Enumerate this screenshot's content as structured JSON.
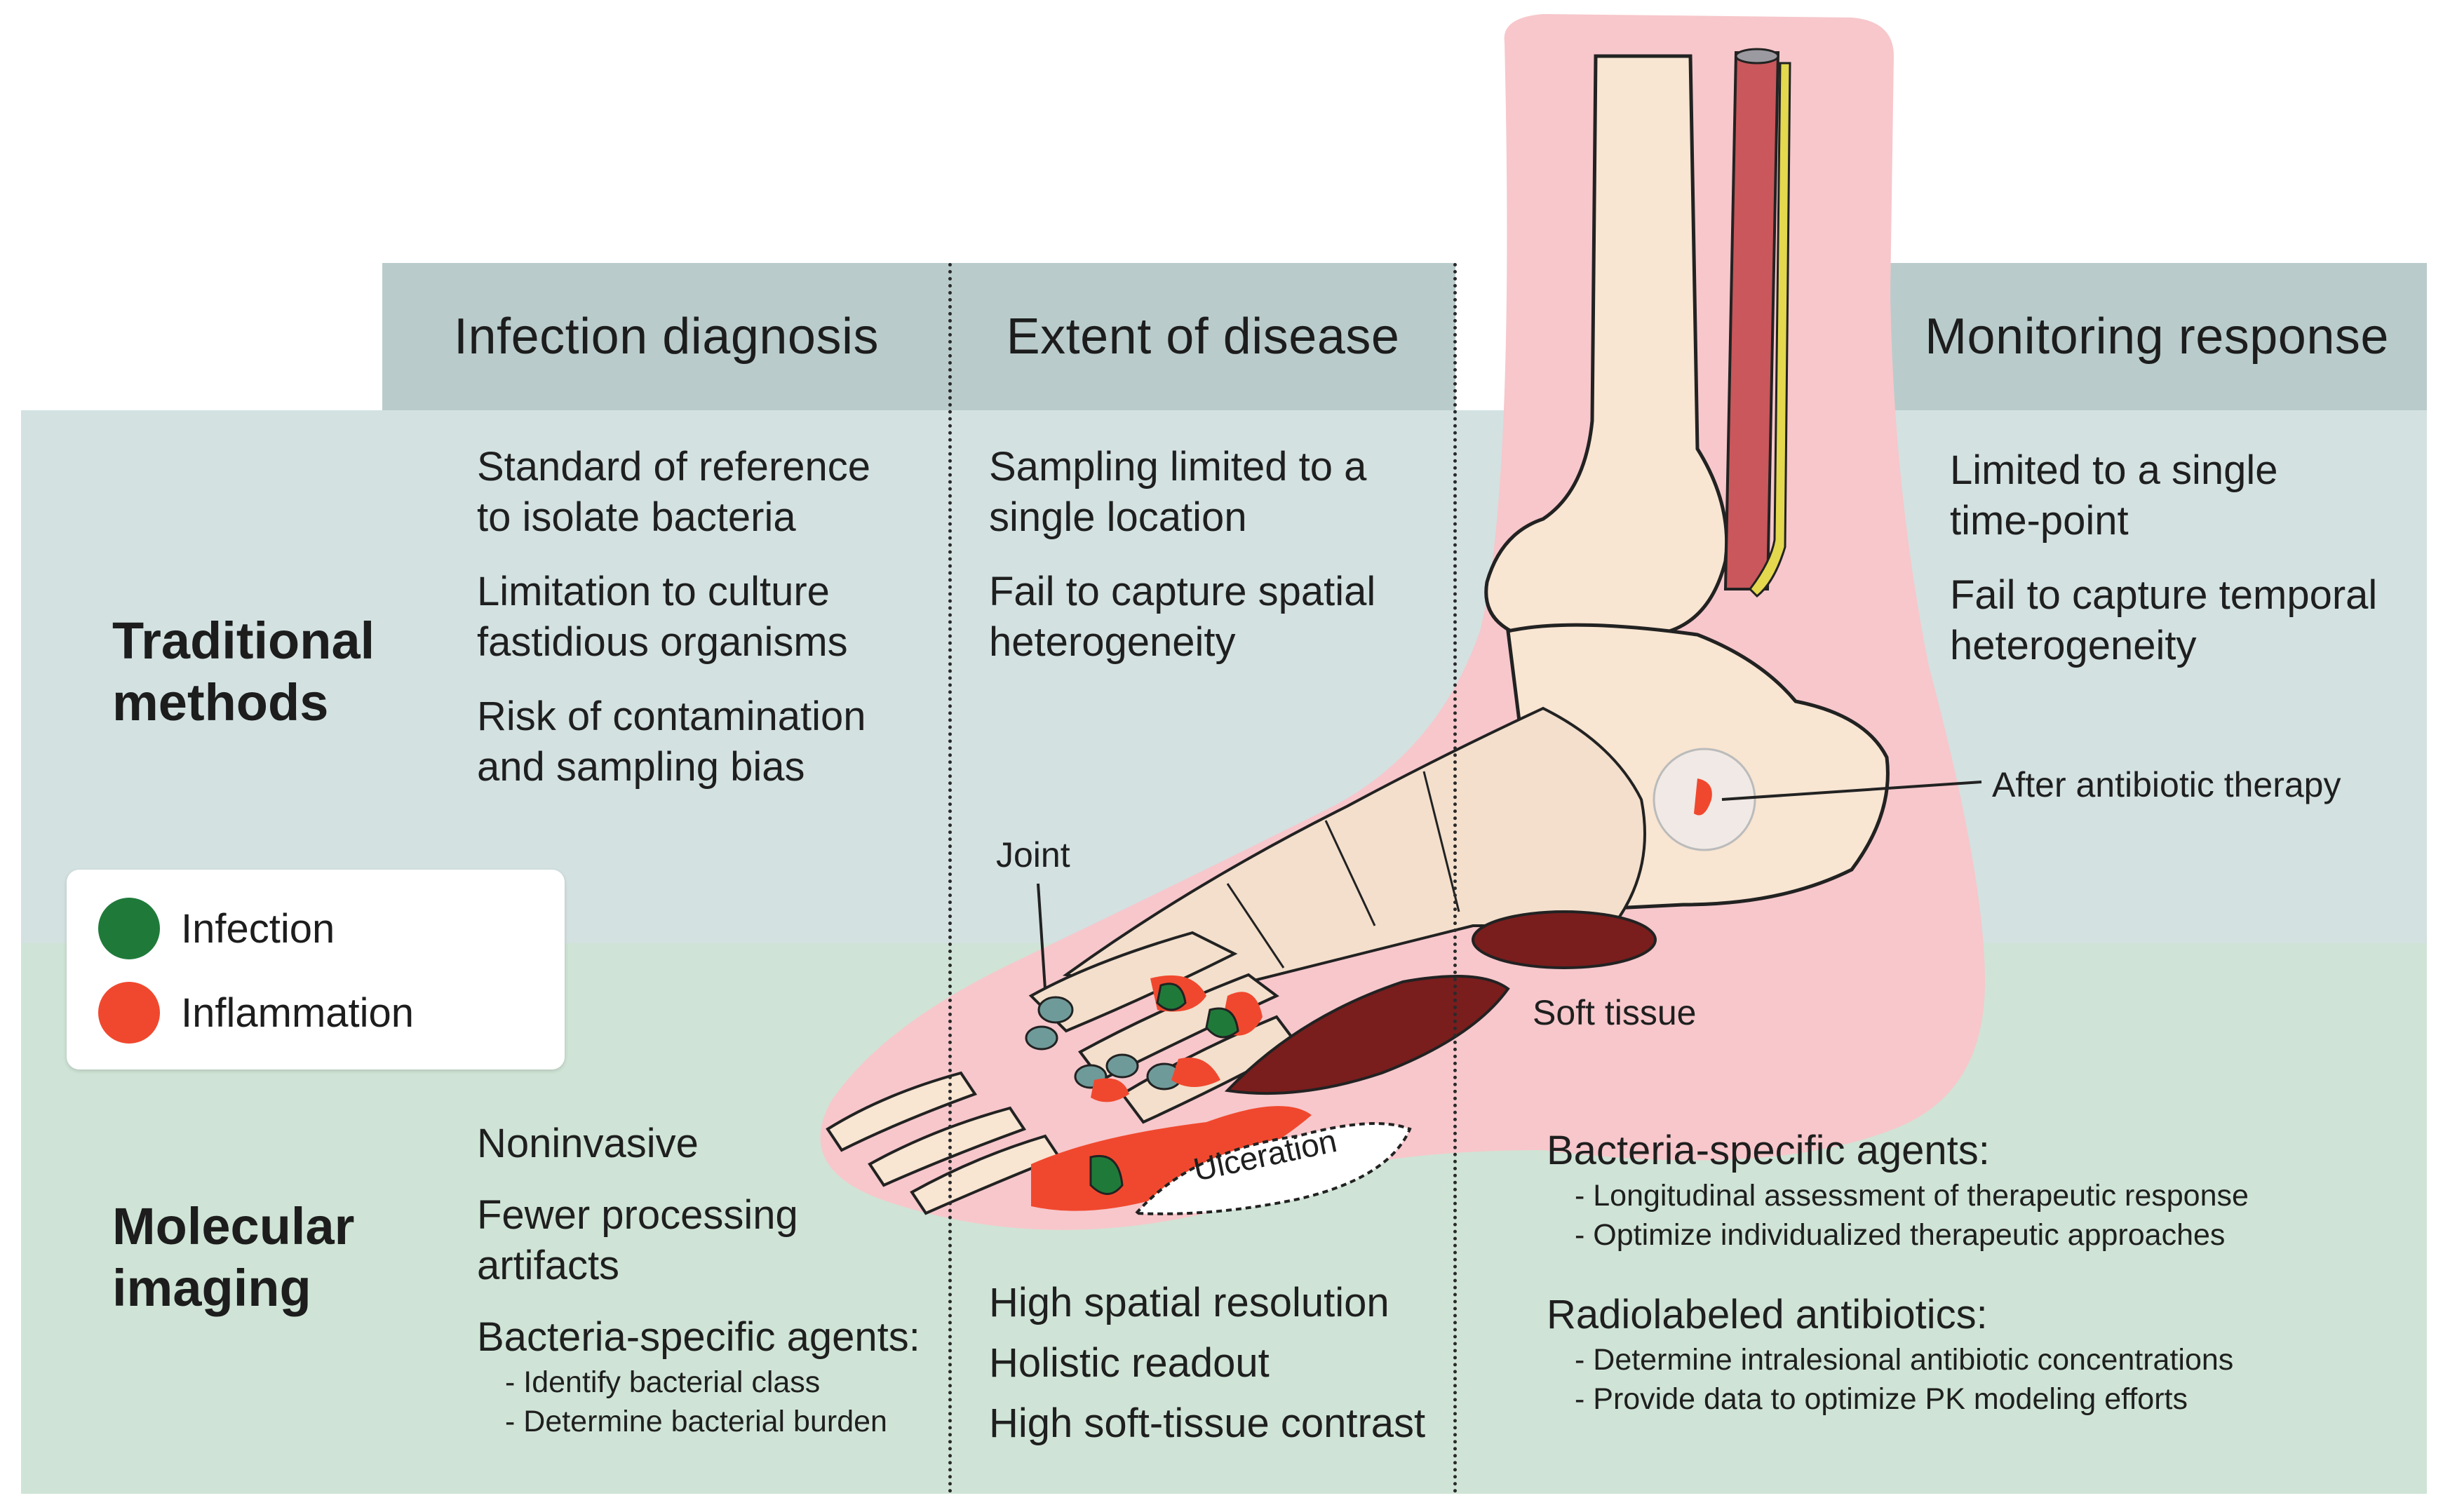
{
  "headers": {
    "infection_diagnosis": "Infection diagnosis",
    "extent_of_disease": "Extent of disease",
    "monitoring_response": "Monitoring response"
  },
  "rows": {
    "traditional": [
      "Traditional",
      "methods"
    ],
    "molecular": [
      "Molecular",
      "imaging"
    ]
  },
  "traditional": {
    "diagnosis": [
      [
        "Standard of reference",
        "to isolate bacteria"
      ],
      [
        "Limitation to culture",
        "fastidious organisms"
      ],
      [
        "Risk of contamination",
        "and sampling bias"
      ]
    ],
    "extent": [
      [
        "Sampling limited to a",
        "single location"
      ],
      [
        "Fail to capture spatial",
        "heterogeneity"
      ]
    ],
    "monitoring": [
      [
        "Limited to a single",
        "time-point"
      ],
      [
        "Fail to capture temporal",
        "heterogeneity"
      ]
    ]
  },
  "molecular": {
    "diagnosis": {
      "items": [
        "Noninvasive",
        "Fewer processing",
        "artifacts",
        "Bacteria-specific agents:"
      ],
      "subitems": [
        "- Identify bacterial class",
        "- Determine bacterial burden"
      ]
    },
    "extent": [
      "High spatial resolution",
      "Holistic readout",
      "High soft-tissue contrast"
    ],
    "monitoring": {
      "group1_title": "Bacteria-specific agents:",
      "group1_items": [
        "- Longitudinal assessment of therapeutic response",
        "- Optimize individualized  therapeutic approaches"
      ],
      "group2_title": "Radiolabeled antibiotics:",
      "group2_items": [
        "- Determine intralesional antibiotic concentrations",
        "- Provide data to optimize PK modeling efforts"
      ]
    }
  },
  "legend": {
    "infection": "Infection",
    "inflammation": "Inflammation"
  },
  "callouts": {
    "joint": "Joint",
    "soft_tissue": "Soft tissue",
    "ulceration": "Ulceration",
    "after_therapy": "After antibiotic therapy"
  },
  "colors": {
    "infection": "#1f7a3a",
    "inflammation": "#f0482e",
    "skin": "#f7c7cb",
    "bone": "#f8e5d2",
    "muscle": "#7a1d1d",
    "cartilage": "#6f9a9a",
    "header_bg": "#b9cccb",
    "top_band": "#d3e1e1",
    "bottom_band": "#cfe4d6"
  }
}
